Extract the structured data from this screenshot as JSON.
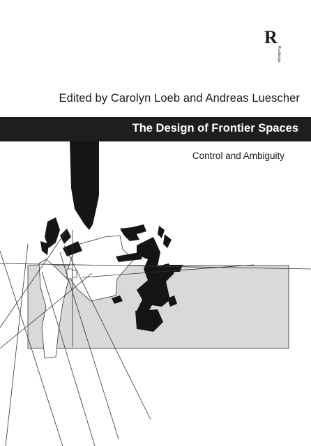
{
  "book": {
    "editors": "Edited by Carolyn Loeb and Andreas Luescher",
    "title": "The Design of Frontier Spaces",
    "subtitle": "Control and Ambiguity",
    "publisher_logo_letter": "R",
    "publisher_logo_word": "Routledge"
  },
  "colors": {
    "background": "#ffffff",
    "title_band": "#1e1e1e",
    "panel": "#d9d9d9",
    "ink": "#1a1a1a"
  }
}
